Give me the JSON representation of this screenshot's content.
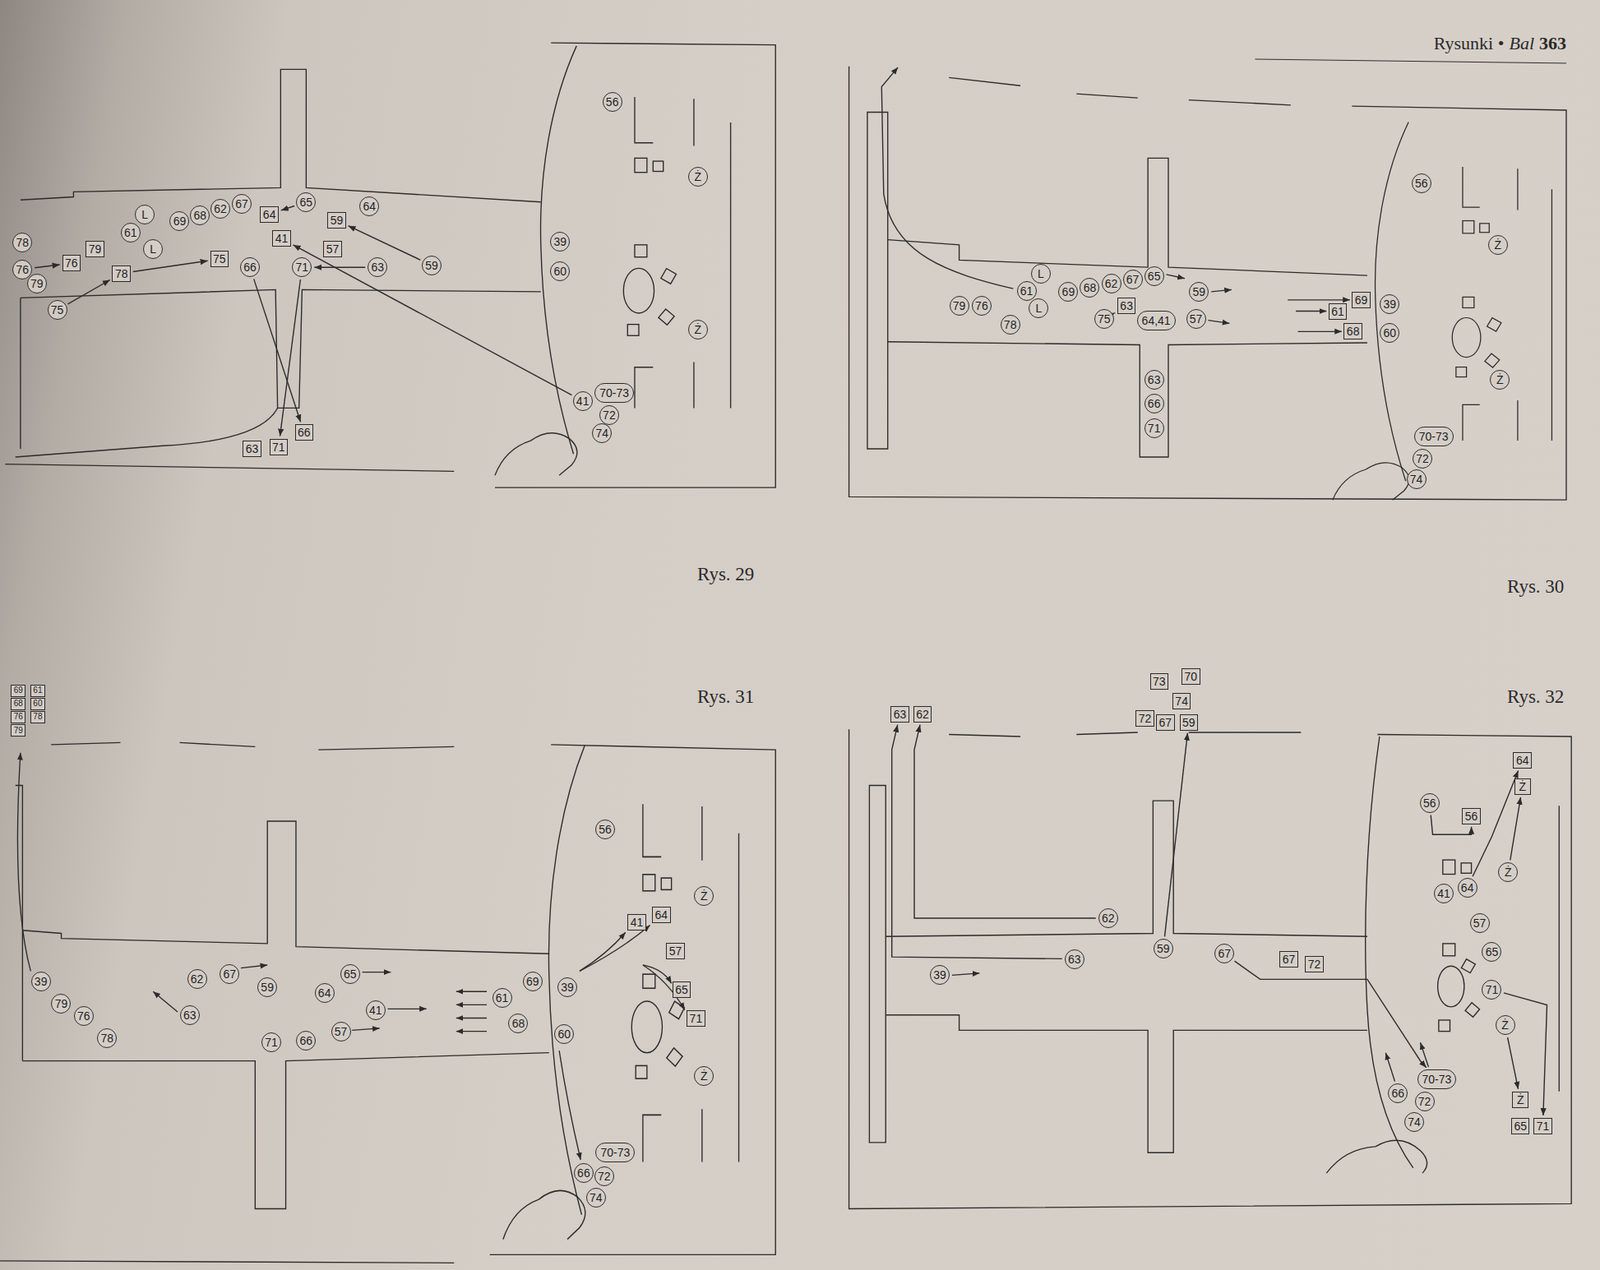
{
  "diagram": {
    "nodes": [
      {
        "text": [
          "56"
        ]
      },
      {
        "text": [
          "Ż"
        ]
      },
      {
        "text": [
          "64"
        ]
      },
      {
        "text": [
          "65"
        ]
      },
      {
        "text": [
          "64"
        ]
      },
      {
        "text": [
          "59"
        ]
      },
      {
        "text": [
          "67"
        ]
      },
      {
        "text": [
          "62"
        ]
      },
      {
        "text": [
          "68"
        ]
      },
      {
        "text": [
          "69"
        ]
      },
      {
        "text": [
          "L"
        ]
      },
      {
        "text": [
          "61"
        ]
      },
      {
        "text": [
          "L"
        ]
      },
      {
        "text": [
          "41"
        ]
      },
      {
        "text": [
          "57"
        ]
      },
      {
        "text": [
          "39"
        ]
      },
      {
        "text": [
          "78"
        ]
      },
      {
        "text": [
          "79"
        ]
      },
      {
        "text": [
          "75"
        ]
      },
      {
        "text": [
          "66"
        ]
      },
      {
        "text": [
          "71"
        ]
      },
      {
        "text": [
          "63"
        ]
      },
      {
        "text": [
          "59"
        ]
      },
      {
        "text": [
          "60"
        ]
      },
      {
        "text": [
          "76"
        ]
      },
      {
        "text": [
          "76"
        ]
      },
      {
        "text": [
          "78"
        ]
      },
      {
        "text": [
          "79"
        ]
      },
      {
        "text": [
          "75"
        ]
      },
      {
        "text": [
          "Ż"
        ]
      },
      {
        "text": [
          "70-73"
        ]
      },
      {
        "text": [
          "41"
        ]
      },
      {
        "text": [
          "72"
        ]
      },
      {
        "text": [
          "74"
        ]
      },
      {
        "text": [
          "66"
        ]
      },
      {
        "text": [
          "71"
        ]
      },
      {
        "text": [
          "63"
        ]
      },
      {
        "text": [
          "56"
        ]
      },
      {
        "text": [
          "Ż"
        ]
      },
      {
        "text": [
          "L"
        ]
      },
      {
        "text": [
          "65"
        ]
      },
      {
        "text": [
          "67"
        ]
      },
      {
        "text": [
          "62"
        ]
      },
      {
        "text": [
          "68"
        ]
      },
      {
        "text": [
          "69"
        ]
      },
      {
        "text": [
          "61"
        ]
      },
      {
        "text": [
          "59"
        ]
      },
      {
        "text": [
          "69"
        ]
      },
      {
        "text": [
          "39"
        ]
      },
      {
        "text": [
          "63"
        ]
      },
      {
        "text": [
          "64,41"
        ]
      },
      {
        "text": [
          "61"
        ]
      },
      {
        "text": [
          "L"
        ]
      },
      {
        "text": [
          "79"
        ]
      },
      {
        "text": [
          "76"
        ]
      },
      {
        "text": [
          "57"
        ]
      },
      {
        "text": [
          "75"
        ]
      },
      {
        "text": [
          "78"
        ]
      },
      {
        "text": [
          "60"
        ]
      },
      {
        "text": [
          "68"
        ]
      },
      {
        "text": [
          "63"
        ]
      },
      {
        "text": [
          "Ż"
        ]
      },
      {
        "text": [
          "66"
        ]
      },
      {
        "text": [
          "71"
        ]
      },
      {
        "text": [
          "70-73"
        ]
      },
      {
        "text": [
          "72"
        ]
      },
      {
        "text": [
          "74"
        ]
      },
      {
        "text": [
          "69"
        ]
      },
      {
        "text": [
          "61"
        ]
      },
      {
        "text": [
          "68"
        ]
      },
      {
        "text": [
          "60"
        ]
      },
      {
        "text": [
          "76"
        ]
      },
      {
        "text": [
          "78"
        ]
      },
      {
        "text": [
          "79"
        ]
      },
      {
        "text": [
          "56"
        ]
      },
      {
        "text": [
          "Ż"
        ]
      },
      {
        "text": [
          "64"
        ]
      },
      {
        "text": [
          "41"
        ]
      },
      {
        "text": [
          "57"
        ]
      },
      {
        "text": [
          "67"
        ]
      },
      {
        "text": [
          "65"
        ]
      },
      {
        "text": [
          "62"
        ]
      },
      {
        "text": [
          "69"
        ]
      },
      {
        "text": [
          "59"
        ]
      },
      {
        "text": [
          "39"
        ]
      },
      {
        "text": [
          "65"
        ]
      },
      {
        "text": [
          "39"
        ]
      },
      {
        "text": [
          "64"
        ]
      },
      {
        "text": [
          "61"
        ]
      },
      {
        "text": [
          "79"
        ]
      },
      {
        "text": [
          "41"
        ]
      },
      {
        "text": [
          "63"
        ]
      },
      {
        "text": [
          "76"
        ]
      },
      {
        "text": [
          "71"
        ]
      },
      {
        "text": [
          "68"
        ]
      },
      {
        "text": [
          "57"
        ]
      },
      {
        "text": [
          "60"
        ]
      },
      {
        "text": [
          "78"
        ]
      },
      {
        "text": [
          "66"
        ]
      },
      {
        "text": [
          "71"
        ]
      },
      {
        "text": [
          "Ż"
        ]
      },
      {
        "text": [
          "70-73"
        ]
      },
      {
        "text": [
          "66"
        ]
      },
      {
        "text": [
          "72"
        ]
      },
      {
        "text": [
          "74"
        ]
      },
      {
        "text": [
          "70"
        ]
      },
      {
        "text": [
          "73"
        ]
      },
      {
        "text": [
          "74"
        ]
      },
      {
        "text": [
          "63"
        ]
      },
      {
        "text": [
          "62"
        ]
      },
      {
        "text": [
          "72"
        ]
      },
      {
        "text": [
          "67"
        ]
      },
      {
        "text": [
          "59"
        ]
      },
      {
        "text": [
          "64"
        ]
      },
      {
        "text": [
          "Ż"
        ]
      },
      {
        "text": [
          "56"
        ]
      },
      {
        "text": [
          "56"
        ]
      },
      {
        "text": [
          "Ż"
        ]
      },
      {
        "text": [
          "64"
        ]
      },
      {
        "text": [
          "41"
        ]
      },
      {
        "text": [
          "57"
        ]
      },
      {
        "text": [
          "67"
        ]
      },
      {
        "text": [
          "62"
        ]
      },
      {
        "text": [
          "59"
        ]
      },
      {
        "text": [
          "65"
        ]
      },
      {
        "text": [
          "63"
        ]
      },
      {
        "text": [
          "67"
        ]
      },
      {
        "text": [
          "72"
        ]
      },
      {
        "text": [
          "39"
        ]
      },
      {
        "text": [
          "71"
        ]
      },
      {
        "text": [
          "Ż"
        ]
      },
      {
        "text": [
          "70-73"
        ]
      },
      {
        "text": [
          "66"
        ]
      },
      {
        "text": [
          "72"
        ]
      },
      {
        "text": [
          "74"
        ]
      },
      {
        "text": [
          "Ż"
        ]
      },
      {
        "text": [
          "65"
        ]
      },
      {
        "text": [
          "71"
        ]
      }
    ],
    "edges": [
      {
        "from": 22,
        "to": 5,
        "arrow": "to"
      },
      {
        "from": 3,
        "to": 2,
        "arrow": "to"
      },
      {
        "from": 21,
        "to": 20,
        "arrow": "to"
      },
      {
        "from": 20,
        "to": 35,
        "arrow": "to"
      },
      {
        "from": 19,
        "to": 34,
        "arrow": "to"
      },
      {
        "from": 31,
        "to": 13,
        "arrow": "to"
      },
      {
        "from": 25,
        "to": 24,
        "arrow": "to"
      },
      {
        "from": 28,
        "to": 26,
        "arrow": "to"
      },
      {
        "from": 26,
        "to": 18,
        "arrow": "to"
      },
      {
        "from": 56,
        "to": 49,
        "arrow": "to"
      },
      {
        "from": 125,
        "to": 108,
        "arrow": "to"
      },
      {
        "from": 122,
        "to": 109,
        "arrow": "to"
      },
      {
        "from": 123,
        "to": 112,
        "arrow": "to"
      },
      {
        "from": 121,
        "to": 131,
        "arrow": "to"
      },
      {
        "from": 115,
        "to": 116,
        "arrow": "to"
      },
      {
        "from": 118,
        "to": 113,
        "arrow": "to"
      },
      {
        "from": 117,
        "to": 114,
        "arrow": "to"
      },
      {
        "from": 130,
        "to": 135,
        "arrow": "to"
      },
      {
        "from": 129,
        "to": 137,
        "arrow": "to"
      }
    ],
    "labels": [
      "Rysunki •",
      "Bal",
      "363",
      "Rys. 29",
      "Rys. 30",
      "Rys. 31",
      "Rys. 32"
    ]
  }
}
